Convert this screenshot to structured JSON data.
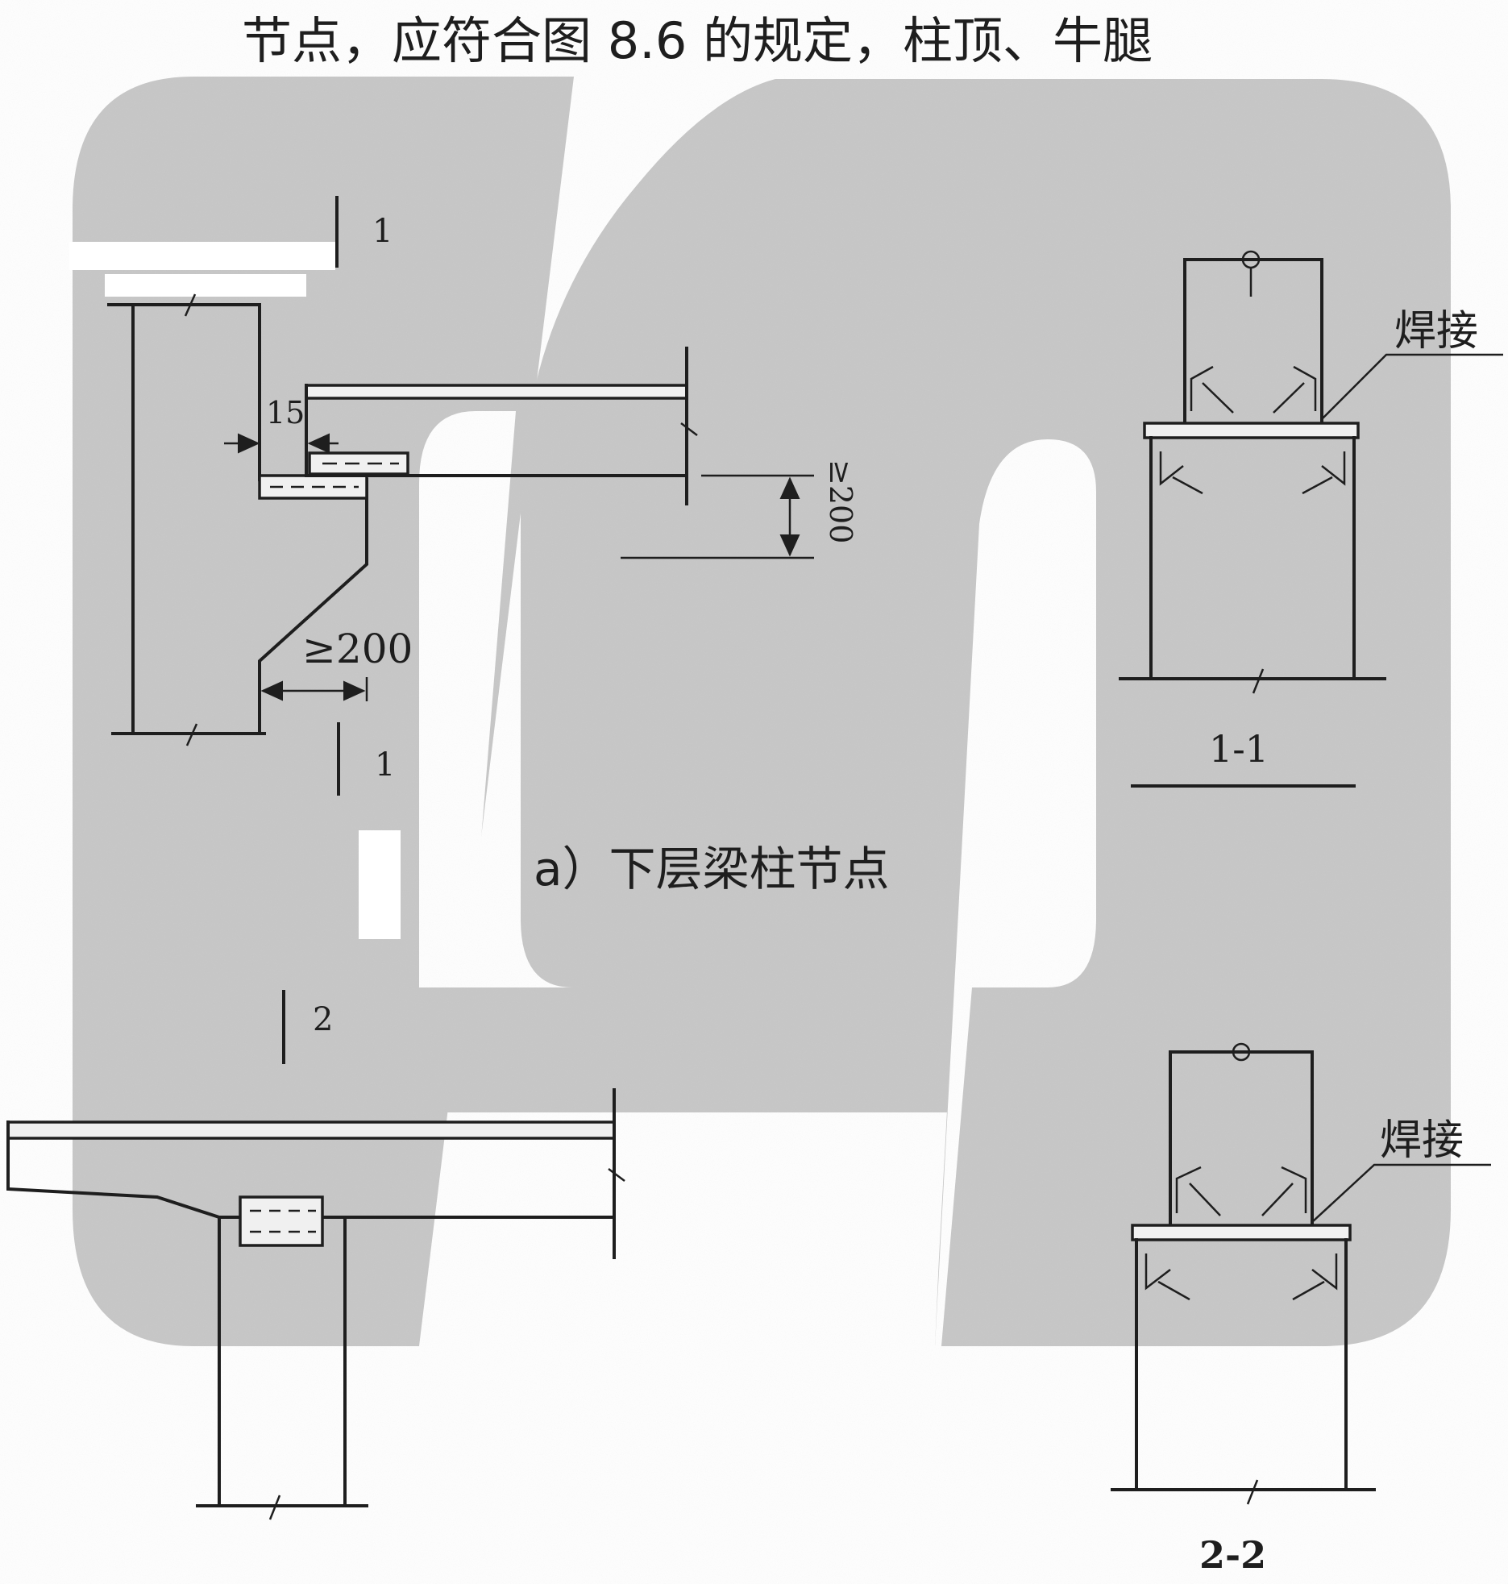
{
  "header_text": "节点，应符合图 8.6 的规定，柱顶、牛腿",
  "caption_a": "a）下层梁柱节点",
  "section_mark_1": "1",
  "section_mark_2": "2",
  "dim_15": "15",
  "dim_ge200_vertical": "≥200",
  "dim_ge200_corbel": "≥200",
  "section_1_1_title": "1-1",
  "section_2_2_title": "2-2",
  "weld_label": "焊接",
  "colors": {
    "panel": "#c4c4c4",
    "line": "#1e1e1e",
    "paper": "#ffffff"
  }
}
